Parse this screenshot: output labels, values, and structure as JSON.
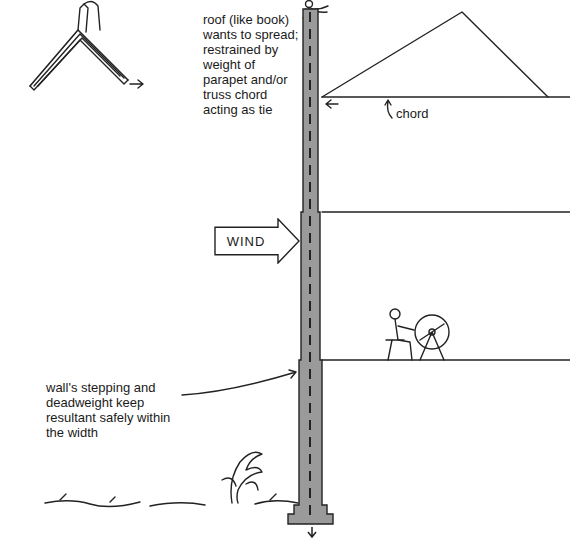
{
  "diagram": {
    "nodes": [
      {
        "text": [
          "WIND"
        ]
      }
    ],
    "labels": [
      "roof (like book) wants to spread; restrained by weight of parapet and/or truss chord acting as tie",
      "chord",
      "wall's stepping and deadweight keep resultant safely within the width"
    ]
  }
}
